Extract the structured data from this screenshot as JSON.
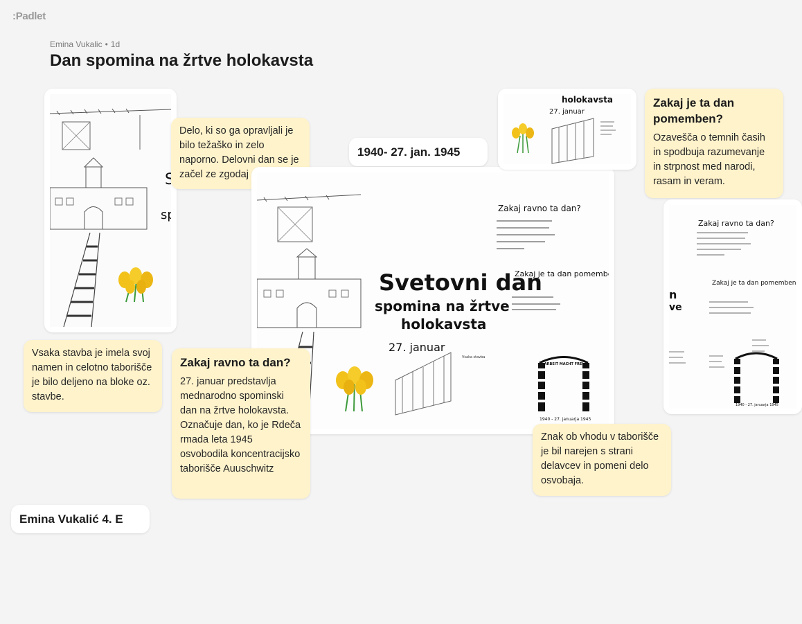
{
  "app": {
    "logo": ":Padlet"
  },
  "header": {
    "author": "Emina Vukalic",
    "age": "1d",
    "title": "Dan spomina na žrtve holokavsta"
  },
  "poster": {
    "big_title_1": "Svetovni dan",
    "big_title_2": "spomina na žrtve",
    "big_title_3": "holokavsta",
    "date": "27. januar",
    "q1": "Zakaj ravno ta dan?",
    "q2": "Zakaj je ta dan pomemben?",
    "gate_sign": "ARBEIT MACHT FREI",
    "years": "1940 - 27. januarja 1945",
    "small_title": "holokavsta",
    "small_date": "27. januar"
  },
  "cards": {
    "delo": "Delo, ki so ga opravljali je bilo težaško in zelo naporno. Delovni dan se je začel ze zgodaj ob 4. 20.",
    "dates": "1940- 27. jan. 1945",
    "pomemben_heading": "Zakaj je ta dan pomemben?",
    "pomemben_body": "Ozavešča o temnih časih in spodbuja razumevanje in strpnost med narodi, rasam in veram.",
    "stavba": "Vsaka stavba je imela svoj namen in celotno taborišče je bilo deljeno na bloke oz. stavbe.",
    "ravno_heading": "Zakaj ravno ta dan?",
    "ravno_body": "27. januar predstavlja mednarodno spominski dan na žrtve holokavsta. Označuje dan, ko je Rdeča rmada leta 1945 osvobodila koncentracijsko taborišče Auuschwitz",
    "znak": "Znak ob vhodu v taborišče je bil narejen s strani delavcev in pomeni delo osvobaja.",
    "author_name": "Emina Vukalić 4. E"
  },
  "colors": {
    "background": "#f4f4f4",
    "note_yellow": "#fff3cc",
    "card_white": "#ffffff",
    "flower_yellow": "#f2c21b",
    "stem_green": "#3d9a3a"
  }
}
